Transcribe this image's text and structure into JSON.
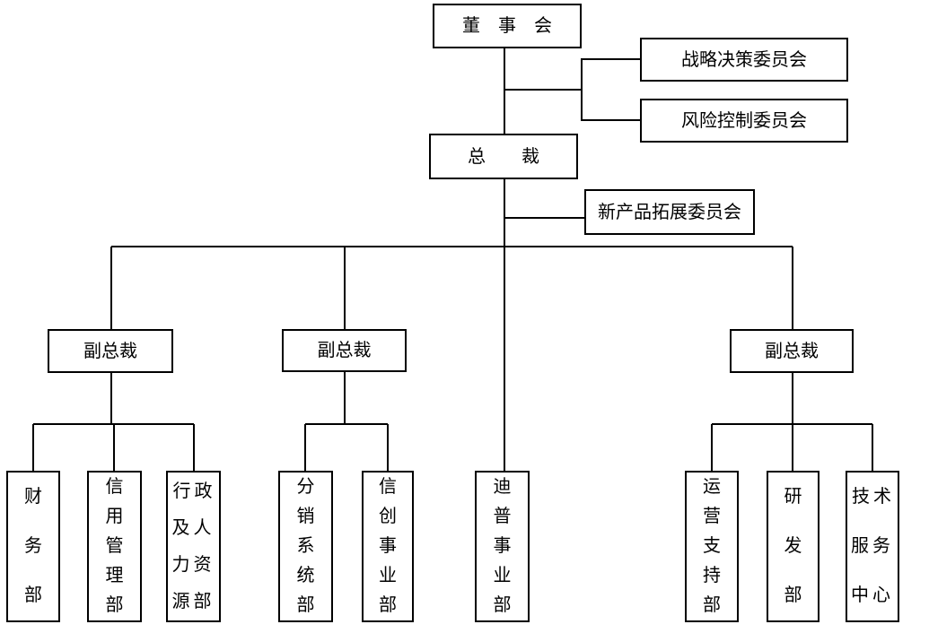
{
  "colors": {
    "background": "#ffffff",
    "line": "#000000",
    "box_border": "#000000",
    "text": "#000000"
  },
  "nodes": {
    "board": {
      "label": "董　事　会"
    },
    "strategy_committee": {
      "label": "战略决策委员会"
    },
    "risk_committee": {
      "label": "风险控制委员会"
    },
    "president": {
      "label": "总　　裁"
    },
    "new_product_committee": {
      "label": "新产品拓展委员会"
    },
    "vice_presidents": [
      {
        "label": "副总裁"
      },
      {
        "label": "副总裁"
      },
      {
        "label": "副总裁"
      }
    ],
    "departments": [
      {
        "label": "财务部"
      },
      {
        "label": "信用管理部"
      },
      {
        "label": "行政及人力资源部"
      },
      {
        "label": "分销系统部"
      },
      {
        "label": "信创事业部"
      },
      {
        "label": "迪普事业部"
      },
      {
        "label": "运营支持部"
      },
      {
        "label": "研发部"
      },
      {
        "label": "技术服务中心"
      }
    ]
  }
}
